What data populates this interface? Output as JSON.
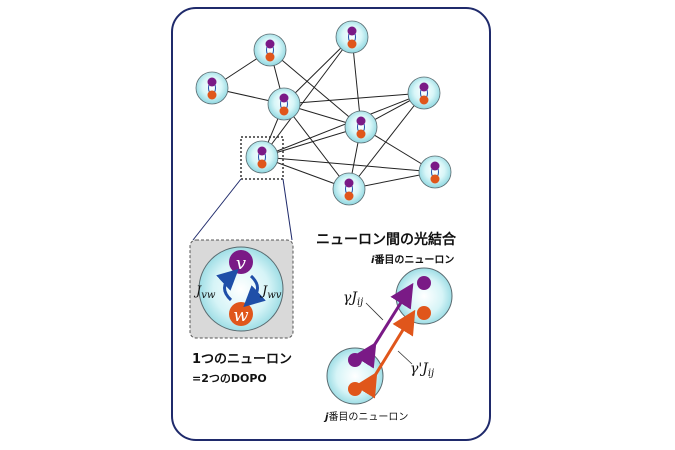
{
  "panel": {
    "border_color": "#1f2a6b"
  },
  "colors": {
    "neuron_fill": "#bfeef3",
    "neuron_stroke": "#5a6b70",
    "purple": "#7a1a86",
    "orange": "#e0561b",
    "link_dark_blue": "#1f4fa8",
    "inset_bg": "#d9d9d9",
    "highlight_border": "#333333"
  },
  "texts": {
    "network_title": "ニューロン間の光結合",
    "one_neuron_line1": "1つのニューロン",
    "one_neuron_line2": "=2つのDOPO",
    "i_neuron_index": "i",
    "i_neuron_suffix": "番目のニューロン",
    "j_neuron_index": "j",
    "j_neuron_suffix": "番目のニューロン",
    "v_symbol": "v",
    "w_symbol": "w",
    "J_vw": "J",
    "J_vw_sub": "vw",
    "J_wv": "J",
    "J_wv_sub": "wv",
    "gamma_J": "γJ",
    "gamma_J_sub": "ij",
    "gamma_prime_J": "γ'J",
    "gamma_prime_J_sub": "ij"
  },
  "network": {
    "node_count": 9
  }
}
